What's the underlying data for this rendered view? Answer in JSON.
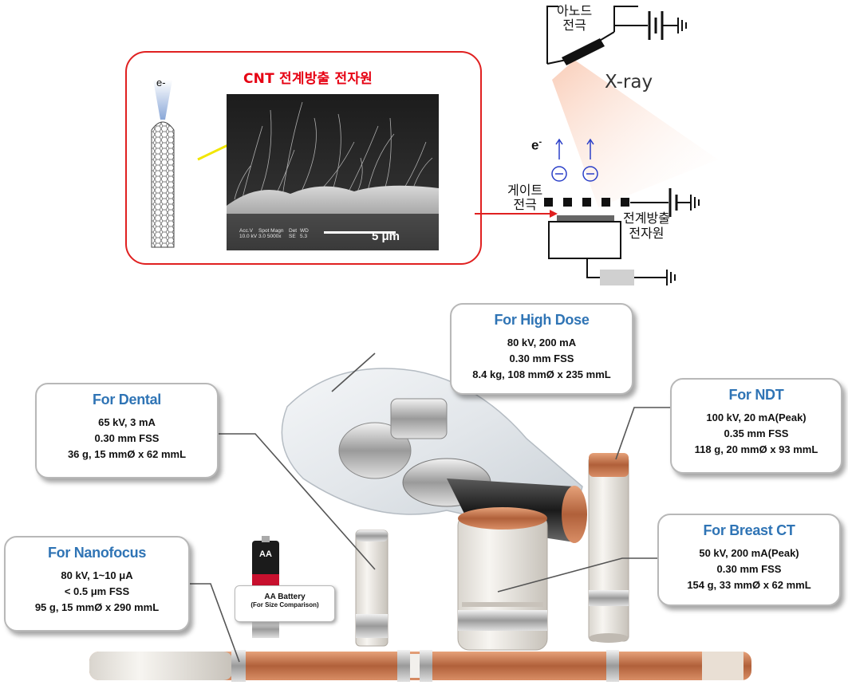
{
  "inset": {
    "title": "CNT 전계방출 전자원",
    "electron_label": "e-",
    "sem_info": {
      "col1": [
        "Acc.V",
        "10.0 kV"
      ],
      "col2": [
        "Spot Magn",
        "3.0   5000x"
      ],
      "col3": [
        "Det",
        "SE"
      ],
      "col4": [
        "WD",
        "5.3"
      ]
    },
    "scale_bar": "5 μm"
  },
  "schematic": {
    "anode_label_line1": "아노드",
    "anode_label_line2": "전극",
    "xray_label": "X-ray",
    "electron_label": "e",
    "electron_superscript": "-",
    "gate_label_line1": "게이트",
    "gate_label_line2": "전극",
    "emitter_label_line1": "전계방출",
    "emitter_label_line2": "전자원"
  },
  "callouts": [
    {
      "id": "high-dose",
      "title": "For High Dose",
      "lines": [
        "80 kV, 200 mA",
        "0.30 mm FSS",
        "8.4 kg, 108 mmØ x 235 mmL"
      ]
    },
    {
      "id": "dental",
      "title": "For Dental",
      "lines": [
        "65 kV, 3 mA",
        "0.30 mm FSS",
        "36 g, 15 mmØ x 62 mmL"
      ]
    },
    {
      "id": "ndt",
      "title": "For NDT",
      "lines": [
        "100 kV, 20 mA(Peak)",
        "0.35 mm FSS",
        "118 g, 20 mmØ x 93 mmL"
      ]
    },
    {
      "id": "breast-ct",
      "title": "For Breast CT",
      "lines": [
        "50 kV, 200 mA(Peak)",
        "0.30 mm FSS",
        "154 g, 33 mmØ x 62 mmL"
      ]
    },
    {
      "id": "nanofocus",
      "title": "For Nanofocus",
      "lines": [
        "80 kV, 1~10 μA",
        "< 0.5 μm FSS",
        "95 g, 15 mmØ x 290 mmL"
      ]
    }
  ],
  "battery": {
    "label": "AA Battery",
    "sublabel": "(For Size Comparison)",
    "can_text": "AA"
  },
  "colors": {
    "inset_border": "#e02020",
    "inset_title": "#e60012",
    "callout_title": "#2f74b5",
    "arrow_yellow": "#f2e600",
    "arrow_red": "#e02020",
    "electron_blue": "#2a3fc8"
  }
}
